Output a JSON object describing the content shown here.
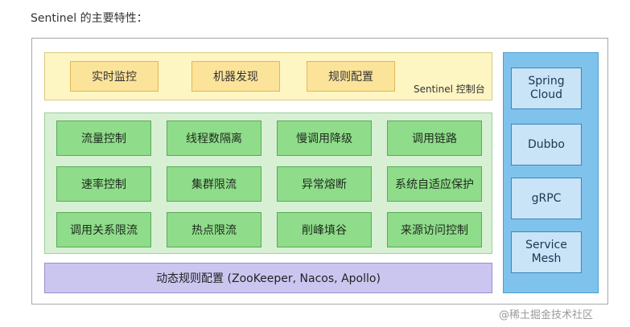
{
  "heading": "Sentinel 的主要特性：",
  "console": {
    "items": [
      "实时监控",
      "机器发现",
      "规则配置"
    ],
    "label": "Sentinel 控制台"
  },
  "features": {
    "row1": [
      "流量控制",
      "线程数隔离",
      "慢调用降级",
      "调用链路"
    ],
    "row2": [
      "速率控制",
      "集群限流",
      "异常熔断",
      "系统自适应保护"
    ],
    "row3": [
      "调用关系限流",
      "热点限流",
      "削峰填谷",
      "来源访问控制"
    ]
  },
  "dynamic_rules": "动态规则配置 (ZooKeeper, Nacos, Apollo)",
  "ecosystem": [
    "Spring\nCloud",
    "Dubbo",
    "gRPC",
    "Service\nMesh"
  ],
  "watermark": "@稀土掘金技术社区",
  "colors": {
    "console_bg": "#fdf5c2",
    "console_box": "#fbe39a",
    "feature_bg": "#d7f0d3",
    "feature_box": "#8fdc8a",
    "dynamic_bg": "#cbc6f0",
    "ecosystem_bg": "#7fc3ec",
    "ecosystem_box": "#c9e4f7"
  }
}
